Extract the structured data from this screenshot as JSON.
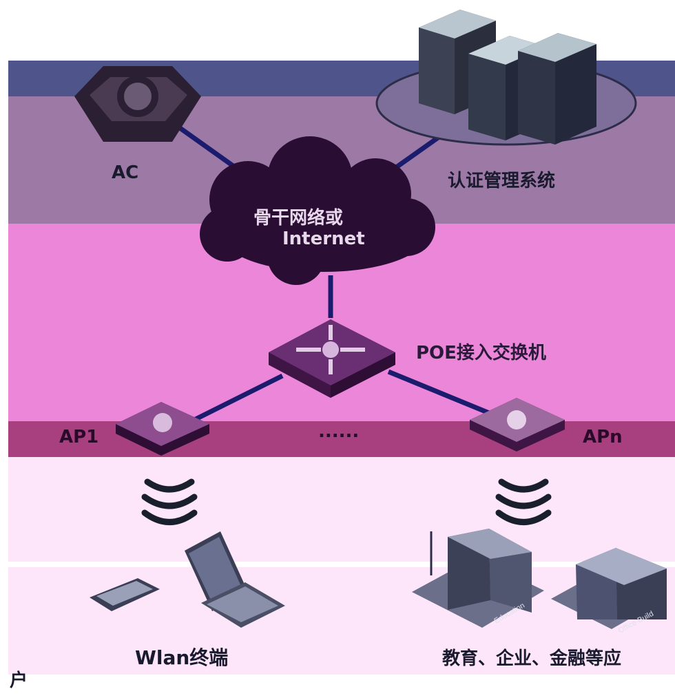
{
  "nodes": {
    "ac": {
      "label": "AC"
    },
    "auth_system": {
      "label": "认证管理系统"
    },
    "backbone": {
      "line1": "骨干网络或",
      "line2": "Internet"
    },
    "poe_switch": {
      "label": "POE接入交换机"
    },
    "ap1": {
      "label": "AP1"
    },
    "ap_ellipsis": {
      "label": "......"
    },
    "apn": {
      "label": "APn"
    },
    "wlan_terminals": {
      "label": "Wlan终端"
    },
    "sites": {
      "label": "教育、企业、金融等应"
    }
  },
  "building_signs": {
    "education": "Education",
    "office": "Office Build"
  },
  "corner_fragment": "户",
  "colors": {
    "link": "#1c1c6e",
    "band_dark": "#4f548a",
    "band_mauve": "#9d7aa6",
    "band_pink": "#ec86d9",
    "band_light": "#fde6fa"
  }
}
